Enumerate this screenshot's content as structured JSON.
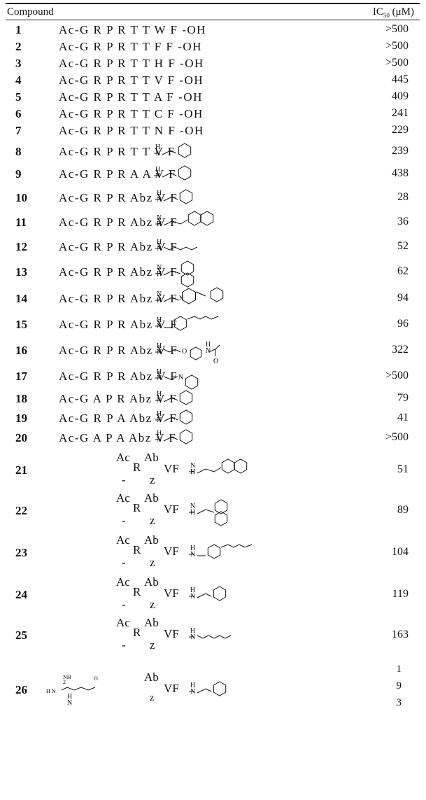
{
  "header": {
    "compound_label": "Compound",
    "ic50_label": "IC",
    "ic50_sub": "50",
    "ic50_unit": " (μM)"
  },
  "rows": [
    {
      "num": "1",
      "seq": "Ac-G R P R T T W F -OH",
      "value": ">500"
    },
    {
      "num": "2",
      "seq": "Ac-G R P R T T F F -OH",
      "value": ">500"
    },
    {
      "num": "3",
      "seq": "Ac-G R P R T T H F -OH",
      "value": ">500"
    },
    {
      "num": "4",
      "seq": "Ac-G R P R T T V F -OH",
      "value": "445"
    },
    {
      "num": "5",
      "seq": "Ac-G R P R T T A F -OH",
      "value": "409"
    },
    {
      "num": "6",
      "seq": "Ac-G R P R T T C F -OH",
      "value": "241"
    },
    {
      "num": "7",
      "seq": "Ac-G R P R T T N F -OH",
      "value": "229"
    },
    {
      "num": "8",
      "seq": "Ac-G R P R T T V F",
      "value": "239",
      "nh": "H\nN",
      "struct": "benzyl"
    },
    {
      "num": "9",
      "seq": "Ac-G R P R A A V F",
      "value": "438",
      "nh": "H\nN",
      "struct": "benzyl"
    },
    {
      "num": "10",
      "seq": "Ac-G R P R Abz V F",
      "value": "28",
      "nh": "H\nN",
      "struct": "benzyl"
    },
    {
      "num": "11",
      "seq": "Ac-G R P R Abz V F",
      "value": "36",
      "nh": "N\nH",
      "struct": "naphthylethyl"
    },
    {
      "num": "12",
      "seq": "Ac-G R P R Abz V F",
      "value": "52",
      "nh": "H\nN",
      "struct": "hexyl"
    },
    {
      "num": "13",
      "seq": "Ac-G R P R Abz V F",
      "value": "62",
      "nh": "N\nH",
      "struct": "naphthylethyl1"
    },
    {
      "num": "14",
      "seq": "Ac-G R P R Abz V F",
      "value": "94",
      "nh": "N\nH",
      "struct": "benzylpiperidine"
    },
    {
      "num": "15",
      "seq": "Ac-G R P R Abz V F",
      "value": "96",
      "nh": "H\nN",
      "struct": "pentylbenzyl"
    },
    {
      "num": "16",
      "seq": "Ac-G R P R Abz V F",
      "value": "322",
      "nh": "H\nN",
      "struct": "acetamidophenoxy",
      "o1": "O",
      "o2": "O",
      "nh2": "H\nN"
    },
    {
      "num": "17",
      "seq": "Ac-G R P R Abz V F",
      "value": ">500",
      "nh": "H\nN",
      "struct": "piperidinylethyl",
      "n2": "N"
    },
    {
      "num": "18",
      "seq": "Ac-G A P R Abz V F",
      "value": "79",
      "nh": "H\nN",
      "struct": "benzyl"
    },
    {
      "num": "19",
      "seq": "Ac-G R P A Abz V F",
      "value": "41",
      "nh": "H\nN",
      "struct": "benzyl"
    },
    {
      "num": "20",
      "seq": "Ac-G A P A Abz V F",
      "value": ">500",
      "nh": "H\nN",
      "struct": "benzyl"
    }
  ],
  "rows2": [
    {
      "num": "21",
      "value": "51",
      "ac": "Ac",
      "dash": "-",
      "r": "R",
      "ab": "Ab",
      "z": "z",
      "vf": "VF",
      "nh": "N\nH",
      "struct": "naphthylethyl"
    },
    {
      "num": "22",
      "value": "89",
      "ac": "Ac",
      "dash": "-",
      "r": "R",
      "ab": "Ab",
      "z": "z",
      "vf": "VF",
      "nh": "N\nH",
      "struct": "naphthylethyl1"
    },
    {
      "num": "23",
      "value": "104",
      "ac": "Ac",
      "dash": "-",
      "r": "R",
      "ab": "Ab",
      "z": "z",
      "vf": "VF",
      "nh": "H\nN",
      "struct": "pentylbenzyl"
    },
    {
      "num": "24",
      "value": "119",
      "ac": "Ac",
      "dash": "-",
      "r": "R",
      "ab": "Ab",
      "z": "z",
      "vf": "VF",
      "nh": "H\nN",
      "struct": "benzyl"
    },
    {
      "num": "25",
      "value": "163",
      "ac": "Ac",
      "dash": "-",
      "r": "R",
      "ab": "Ab",
      "z": "z",
      "vf": "VF",
      "nh": "H\nN",
      "struct": "hexyl"
    }
  ],
  "row26": {
    "num": "26",
    "ab": "Ab",
    "z": "z",
    "vf": "VF",
    "nh": "H\nN",
    "struct": "benzyl",
    "value_digits": [
      "1",
      "9",
      "3"
    ],
    "nh2": "NH\n2",
    "hn": "H N",
    "o": "O",
    "nh3": "H\nN"
  }
}
